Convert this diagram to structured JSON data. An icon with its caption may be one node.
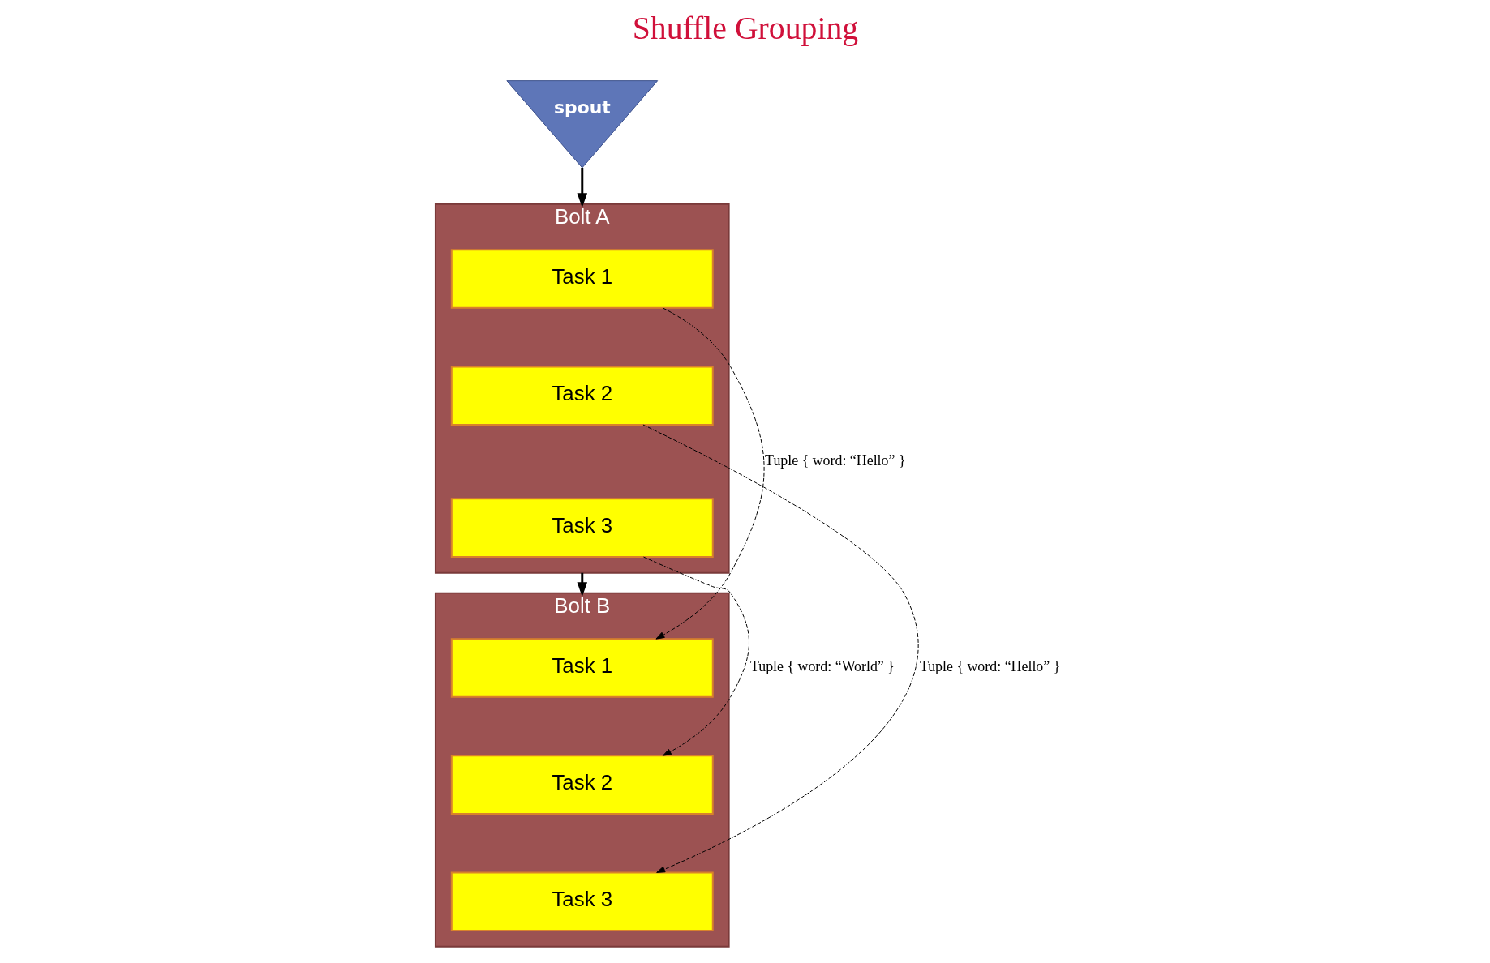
{
  "diagram": {
    "title": "Shuffle Grouping",
    "nodes": [
      {
        "text": [
          "spout"
        ]
      },
      {
        "text": [
          "Bolt A"
        ]
      },
      {
        "text": [
          "Task 1"
        ],
        "in": 1
      },
      {
        "text": [
          "Task 2"
        ],
        "in": 1
      },
      {
        "text": [
          "Task 3"
        ],
        "in": 1
      },
      {
        "text": [
          "Bolt B"
        ]
      },
      {
        "text": [
          "Task 1"
        ],
        "in": 5
      },
      {
        "text": [
          "Task 2"
        ],
        "in": 5
      },
      {
        "text": [
          "Task 3"
        ],
        "in": 5
      }
    ],
    "edges": [
      {
        "from": 0,
        "to": 1,
        "arrow": "to"
      },
      {
        "from": 1,
        "to": 5,
        "arrow": "to"
      },
      {
        "from": 2,
        "to": 6,
        "arrow": "to",
        "style": "dashed",
        "label": "Tuple { word: “Hello” }"
      },
      {
        "from": 3,
        "to": 8,
        "arrow": "to",
        "style": "dashed",
        "label": "Tuple { word: “Hello” }"
      },
      {
        "from": 4,
        "to": 7,
        "arrow": "to",
        "style": "dashed",
        "label": "Tuple { word: “World” }"
      }
    ]
  }
}
